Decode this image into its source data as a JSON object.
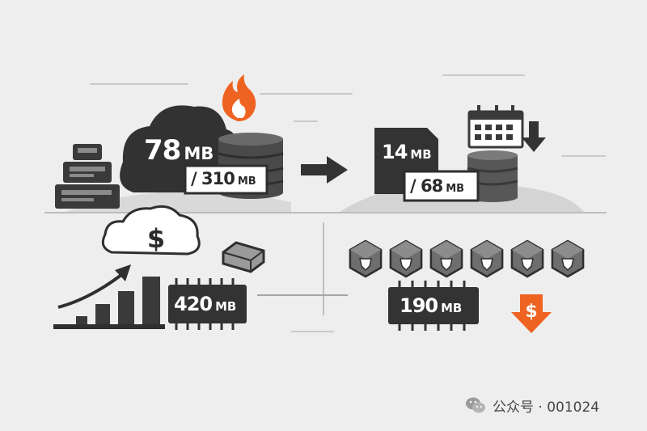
{
  "before": {
    "memory_used": {
      "value": "78",
      "unit": "MB"
    },
    "memory_total": {
      "value": "/ 310",
      "unit": "MB"
    }
  },
  "after": {
    "memory_used": {
      "value": "14",
      "unit": "MB"
    },
    "memory_total": {
      "value": "/ 68",
      "unit": "MB"
    }
  },
  "cost_before": {
    "value": "420",
    "unit": "MB"
  },
  "cost_after": {
    "value": "190",
    "unit": "MB"
  },
  "icons": {
    "cloud_dollar": "$",
    "coin_dollar": "$"
  },
  "watermark": {
    "text": "公众号 · 001024"
  },
  "colors": {
    "accent": "#ef6322",
    "dark": "#343434",
    "mid": "#6e6e6e",
    "light": "#d6d6d6",
    "background": "#eeeeee"
  }
}
